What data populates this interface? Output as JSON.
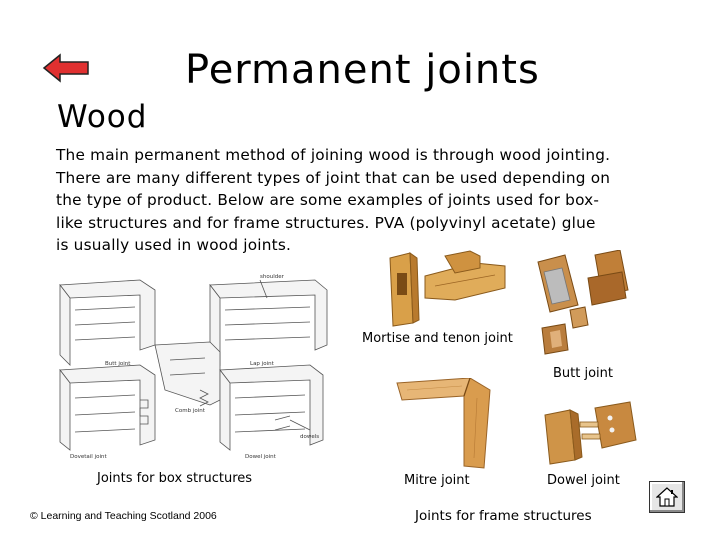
{
  "header": {
    "title": "Permanent joints",
    "subtitle": "Wood"
  },
  "navigation": {
    "back_icon": "left-arrow-icon",
    "home_icon": "home-icon",
    "accent_color": "#e03030"
  },
  "intro_lines": [
    "The main permanent method of joining wood is through wood jointing.",
    "There are many different types of joint that can be used depending on",
    "the type of product. Below are some examples of joints used for box-",
    "like structures and for frame structures. PVA (polyvinyl acetate) glue",
    "is usually used in wood joints."
  ],
  "box_figure": {
    "labels": {
      "shoulder": "shoulder",
      "butt": "Butt joint",
      "lap": "Lap joint",
      "comb": "Comb joint",
      "dovetail": "Dovetail joint",
      "dowels": "dowels",
      "dowel": "Dowel joint"
    }
  },
  "captions": {
    "box_structures": "Joints for box structures",
    "mortise_tenon": "Mortise and tenon joint",
    "butt": "Butt joint",
    "mitre": "Mitre joint",
    "dowel": "Dowel joint",
    "frame_structures": "Joints for frame structures"
  },
  "footer": {
    "copyright": "© Learning and Teaching Scotland 2006"
  }
}
